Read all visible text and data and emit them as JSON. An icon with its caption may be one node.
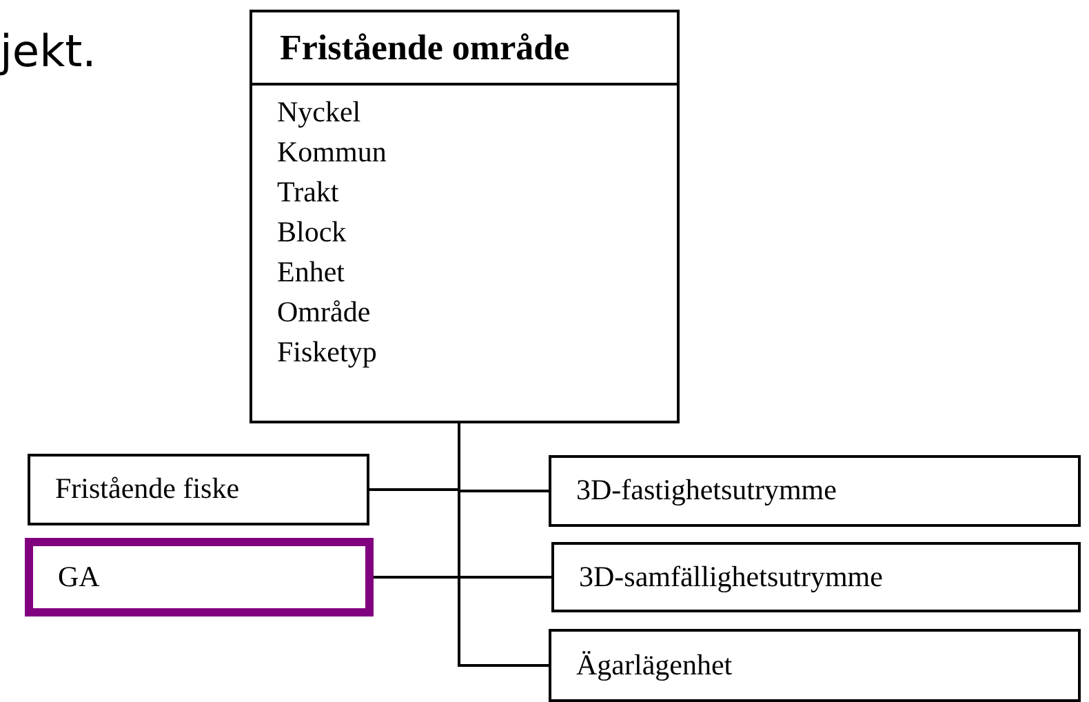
{
  "diagram": {
    "nodes": [
      {
        "text": [
          "Fristående område",
          "Nyckel",
          "Kommun",
          "Trakt",
          "Block",
          "Enhet",
          "Område",
          "Fisketyp"
        ]
      },
      {
        "text": [
          "Fristående fiske"
        ]
      },
      {
        "text": [
          "GA"
        ]
      },
      {
        "text": [
          "3D-fastighetsutrymme"
        ]
      },
      {
        "text": [
          "3D-samfällighetsutrymme"
        ]
      },
      {
        "text": [
          "Ägarlägenhet"
        ]
      }
    ],
    "edges": [
      {
        "from": 0,
        "to": 1,
        "arrow": "none"
      },
      {
        "from": 0,
        "to": 2,
        "arrow": "none"
      },
      {
        "from": 0,
        "to": 3,
        "arrow": "none"
      },
      {
        "from": 0,
        "to": 4,
        "arrow": "none"
      },
      {
        "from": 0,
        "to": 5,
        "arrow": "none"
      }
    ],
    "labels": [
      "jekt."
    ]
  }
}
